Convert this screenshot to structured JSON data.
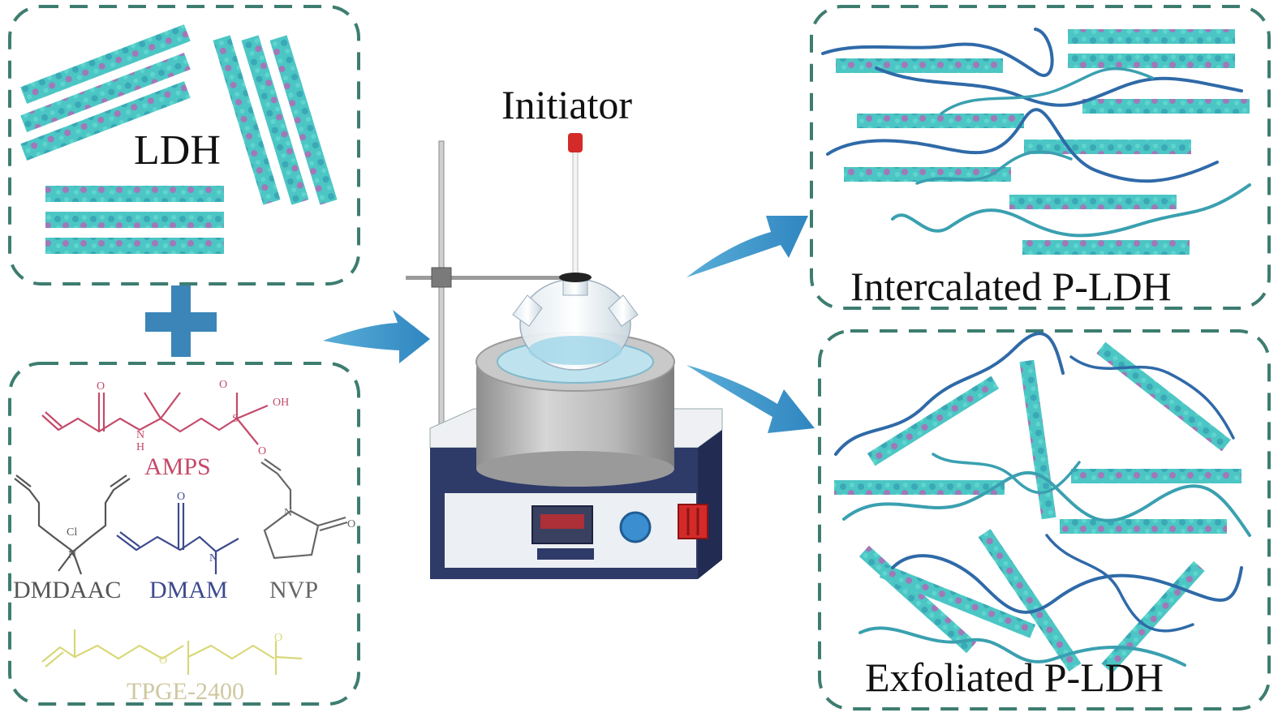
{
  "labels": {
    "ldh": "LDH",
    "initiator": "Initiator",
    "intercalated": "Intercalated P-LDH",
    "exfoliated": "Exfoliated P-LDH"
  },
  "monomers": {
    "amps": "AMPS",
    "dmdaac": "DMDAAC",
    "dmam": "DMAM",
    "nvp": "NVP",
    "tpge": "TPGE-2400",
    "atom_o": "O",
    "atom_oh": "OH",
    "atom_s": "S",
    "atom_h": "H",
    "atom_n": "N",
    "atom_cl": "Cl"
  },
  "colors": {
    "frame": "#3d7d70",
    "arrow": "#3b95c8",
    "plus": "#3b85b8",
    "ldh_teal": "#4cc6c4",
    "ldh_pink": "#b06ab6",
    "polymer_dark": "#2f6aa8",
    "polymer_teal": "#3aa0b0",
    "amps": "#c44a6a",
    "dmdaac": "#555555",
    "dmam": "#3d4a8e",
    "nvp": "#666666",
    "tpge": "#d8d878",
    "heater_body": "#2e3a68",
    "bath": "#a8a8a8",
    "knob": "#3b8fd0",
    "switch": "#d42a2a"
  }
}
